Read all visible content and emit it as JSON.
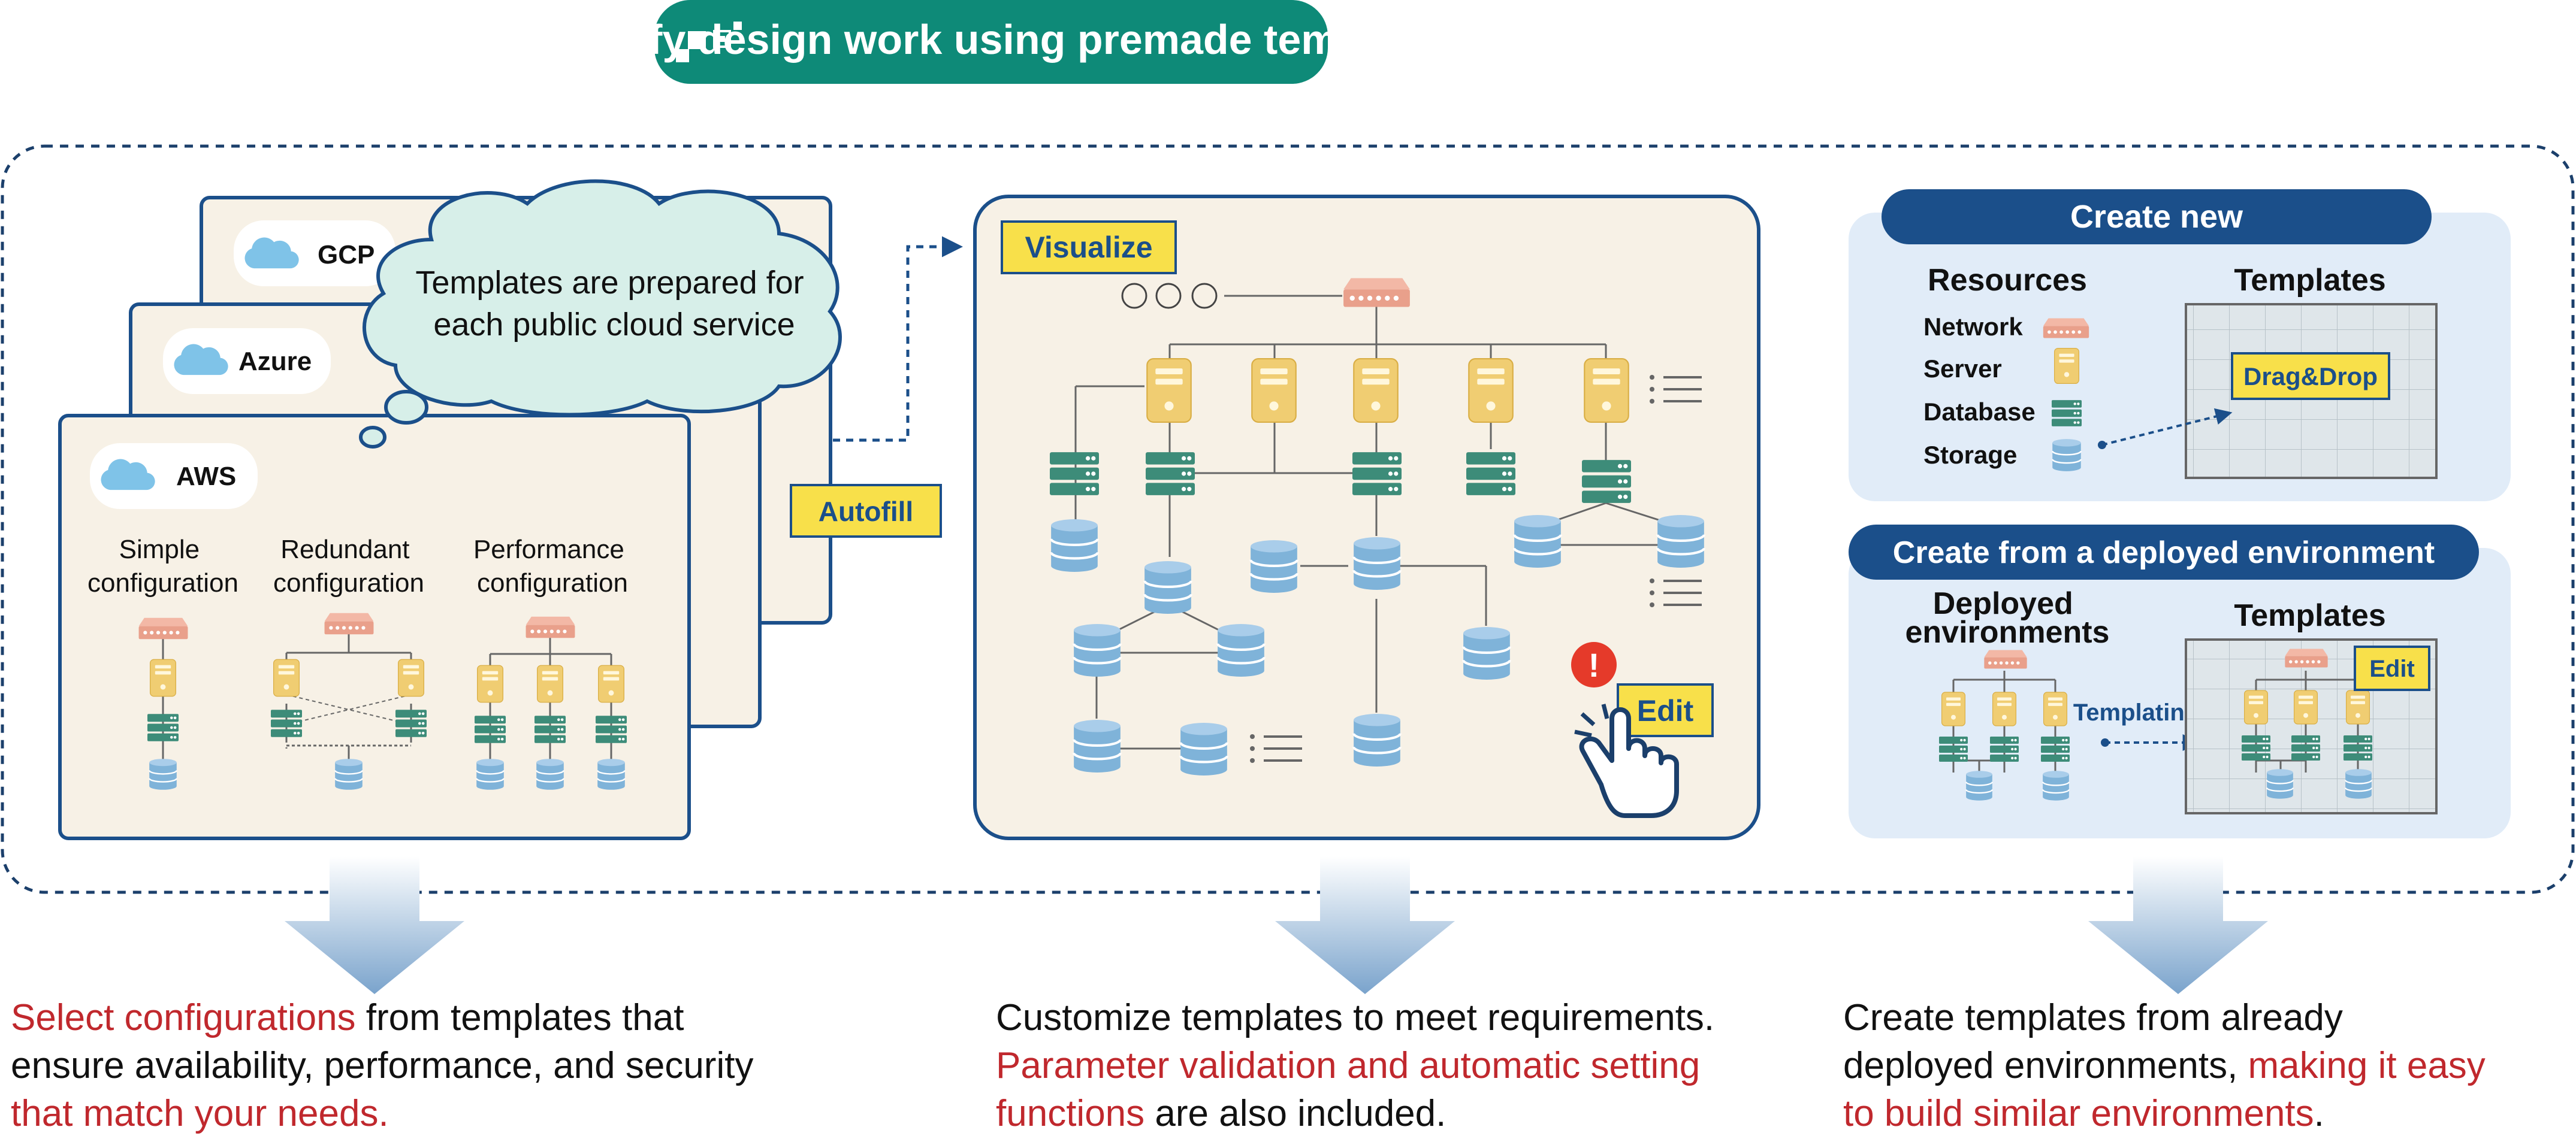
{
  "header": {
    "title": "Simplify design work using premade templates"
  },
  "templates": {
    "cards": [
      "GCP",
      "Azure",
      "AWS"
    ],
    "bubble_line1": "Templates are prepared for",
    "bubble_line2": "each public cloud service",
    "configs": [
      {
        "line1": "Simple",
        "line2": "configuration"
      },
      {
        "line1": "Redundant",
        "line2": "configuration"
      },
      {
        "line1": "Performance",
        "line2": "configuration"
      }
    ],
    "autofill": "Autofill"
  },
  "visualize": {
    "label": "Visualize",
    "edit": "Edit",
    "alert": "!"
  },
  "create_new": {
    "title": "Create new",
    "resources_heading": "Resources",
    "templates_heading": "Templates",
    "resources": [
      "Network",
      "Server",
      "Database",
      "Storage"
    ],
    "drag_drop": "Drag&Drop"
  },
  "create_deployed": {
    "title": "Create from a deployed environment",
    "deployed_line1": "Deployed",
    "deployed_line2": "environments",
    "templates_heading": "Templates",
    "templating": "Templating",
    "edit": "Edit"
  },
  "captions": {
    "left": {
      "line1_red": "Select configurations",
      "line1_rest": " from templates that",
      "line2": "ensure availability, performance, and security",
      "line3_red": "that match your needs."
    },
    "middle": {
      "line1": "Customize templates to meet requirements.",
      "line2_red": "Parameter validation and automatic setting",
      "line3_red": "functions",
      "line3_rest": " are also included."
    },
    "right": {
      "line1": "Create templates from already",
      "line2_rest": "deployed environments, ",
      "line2_red": "making it easy",
      "line3_red": "to build similar environments",
      "line3_rest": "."
    }
  },
  "colors": {
    "teal": "#0e8a78",
    "navy": "#1b4f8a",
    "card_bg": "#f7f1e6",
    "server": "#f0cd72",
    "database": "#7fb3d9",
    "switch": "#3d8c79",
    "router": "#e9a08b",
    "highlight": "#f8e04a",
    "panel_bg": "#e1ecf8",
    "red_text": "#c0282d"
  }
}
